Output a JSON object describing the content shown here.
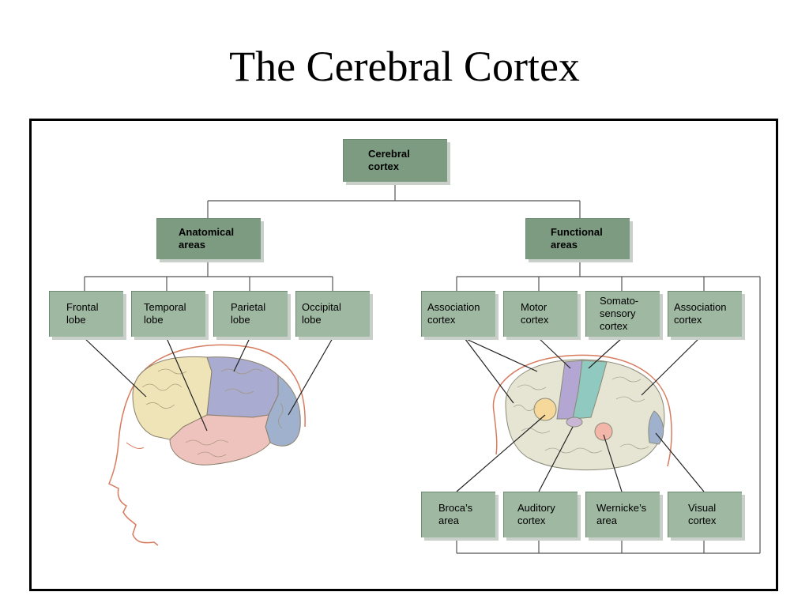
{
  "title": "The Cerebral Cortex",
  "root": {
    "label": "Cerebral\ncortex"
  },
  "anatomical": {
    "label": "Anatomical\nareas",
    "lobes": [
      "Frontal\nlobe",
      "Temporal\nlobe",
      "Parietal\nlobe",
      "Occipital\nlobe"
    ]
  },
  "functional": {
    "label": "Functional\nareas",
    "top": [
      "Association\ncortex",
      "Motor\ncortex",
      "Somato-\nsensory\ncortex",
      "Association\ncortex"
    ],
    "bottom": [
      "Broca’s\narea",
      "Auditory\ncortex",
      "Wernicke’s\narea",
      "Visual\ncortex"
    ]
  },
  "colors": {
    "box": "#8fa992",
    "frontal": "#efe4b8",
    "parietal": "#a9acd0",
    "temporal": "#efc3bd",
    "occipital": "#9fb1cc",
    "motor": "#b3a6d2",
    "somatosensory": "#8fc9bf",
    "broca": "#f5d89a",
    "wernicke": "#f2b7a8",
    "auditory": "#c9b6d6",
    "visual": "#9fb1cc",
    "association": "#e6e4d2"
  }
}
